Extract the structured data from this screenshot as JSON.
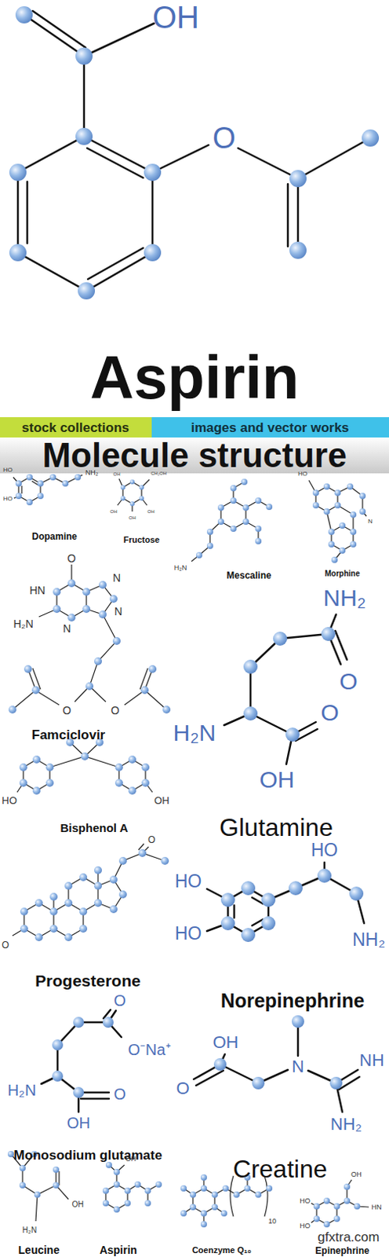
{
  "diagram": {
    "title": "Aspirin",
    "labels": [
      "OH",
      "O",
      "stock collections",
      "images and vector works",
      "Molecule structure",
      "HO",
      "NH₂",
      "HO",
      "Dopamine",
      "CH₂OH",
      "OH",
      "OH",
      "OH",
      "OH",
      "Fructose",
      "H₂N",
      "Mescaline",
      "HO",
      "N",
      "Morphine",
      "O",
      "HN",
      "N",
      "H₂N",
      "N",
      "N",
      "O",
      "O",
      "Famciclovir",
      "NH₂",
      "O",
      "H₂N",
      "O",
      "OH",
      "Glutamine",
      "HO",
      "OH",
      "Bisphenol A",
      "O",
      "O",
      "Progesterone",
      "HO",
      "HO",
      "HO",
      "NH₂",
      "Norepinephrine",
      "O",
      "O⁻Na⁺",
      "H₂N",
      "O",
      "OH",
      "Monosodium glutamate",
      "OH",
      "O",
      "N",
      "NH",
      "NH₂",
      "Creatine",
      "OH",
      "H₂N",
      "Leucine",
      "OH",
      "Aspirin",
      "10",
      "Coenzyme Q₁₀",
      "HO",
      "HO",
      "OH",
      "HN",
      "Epinephrine",
      "gfxtra.com"
    ]
  }
}
